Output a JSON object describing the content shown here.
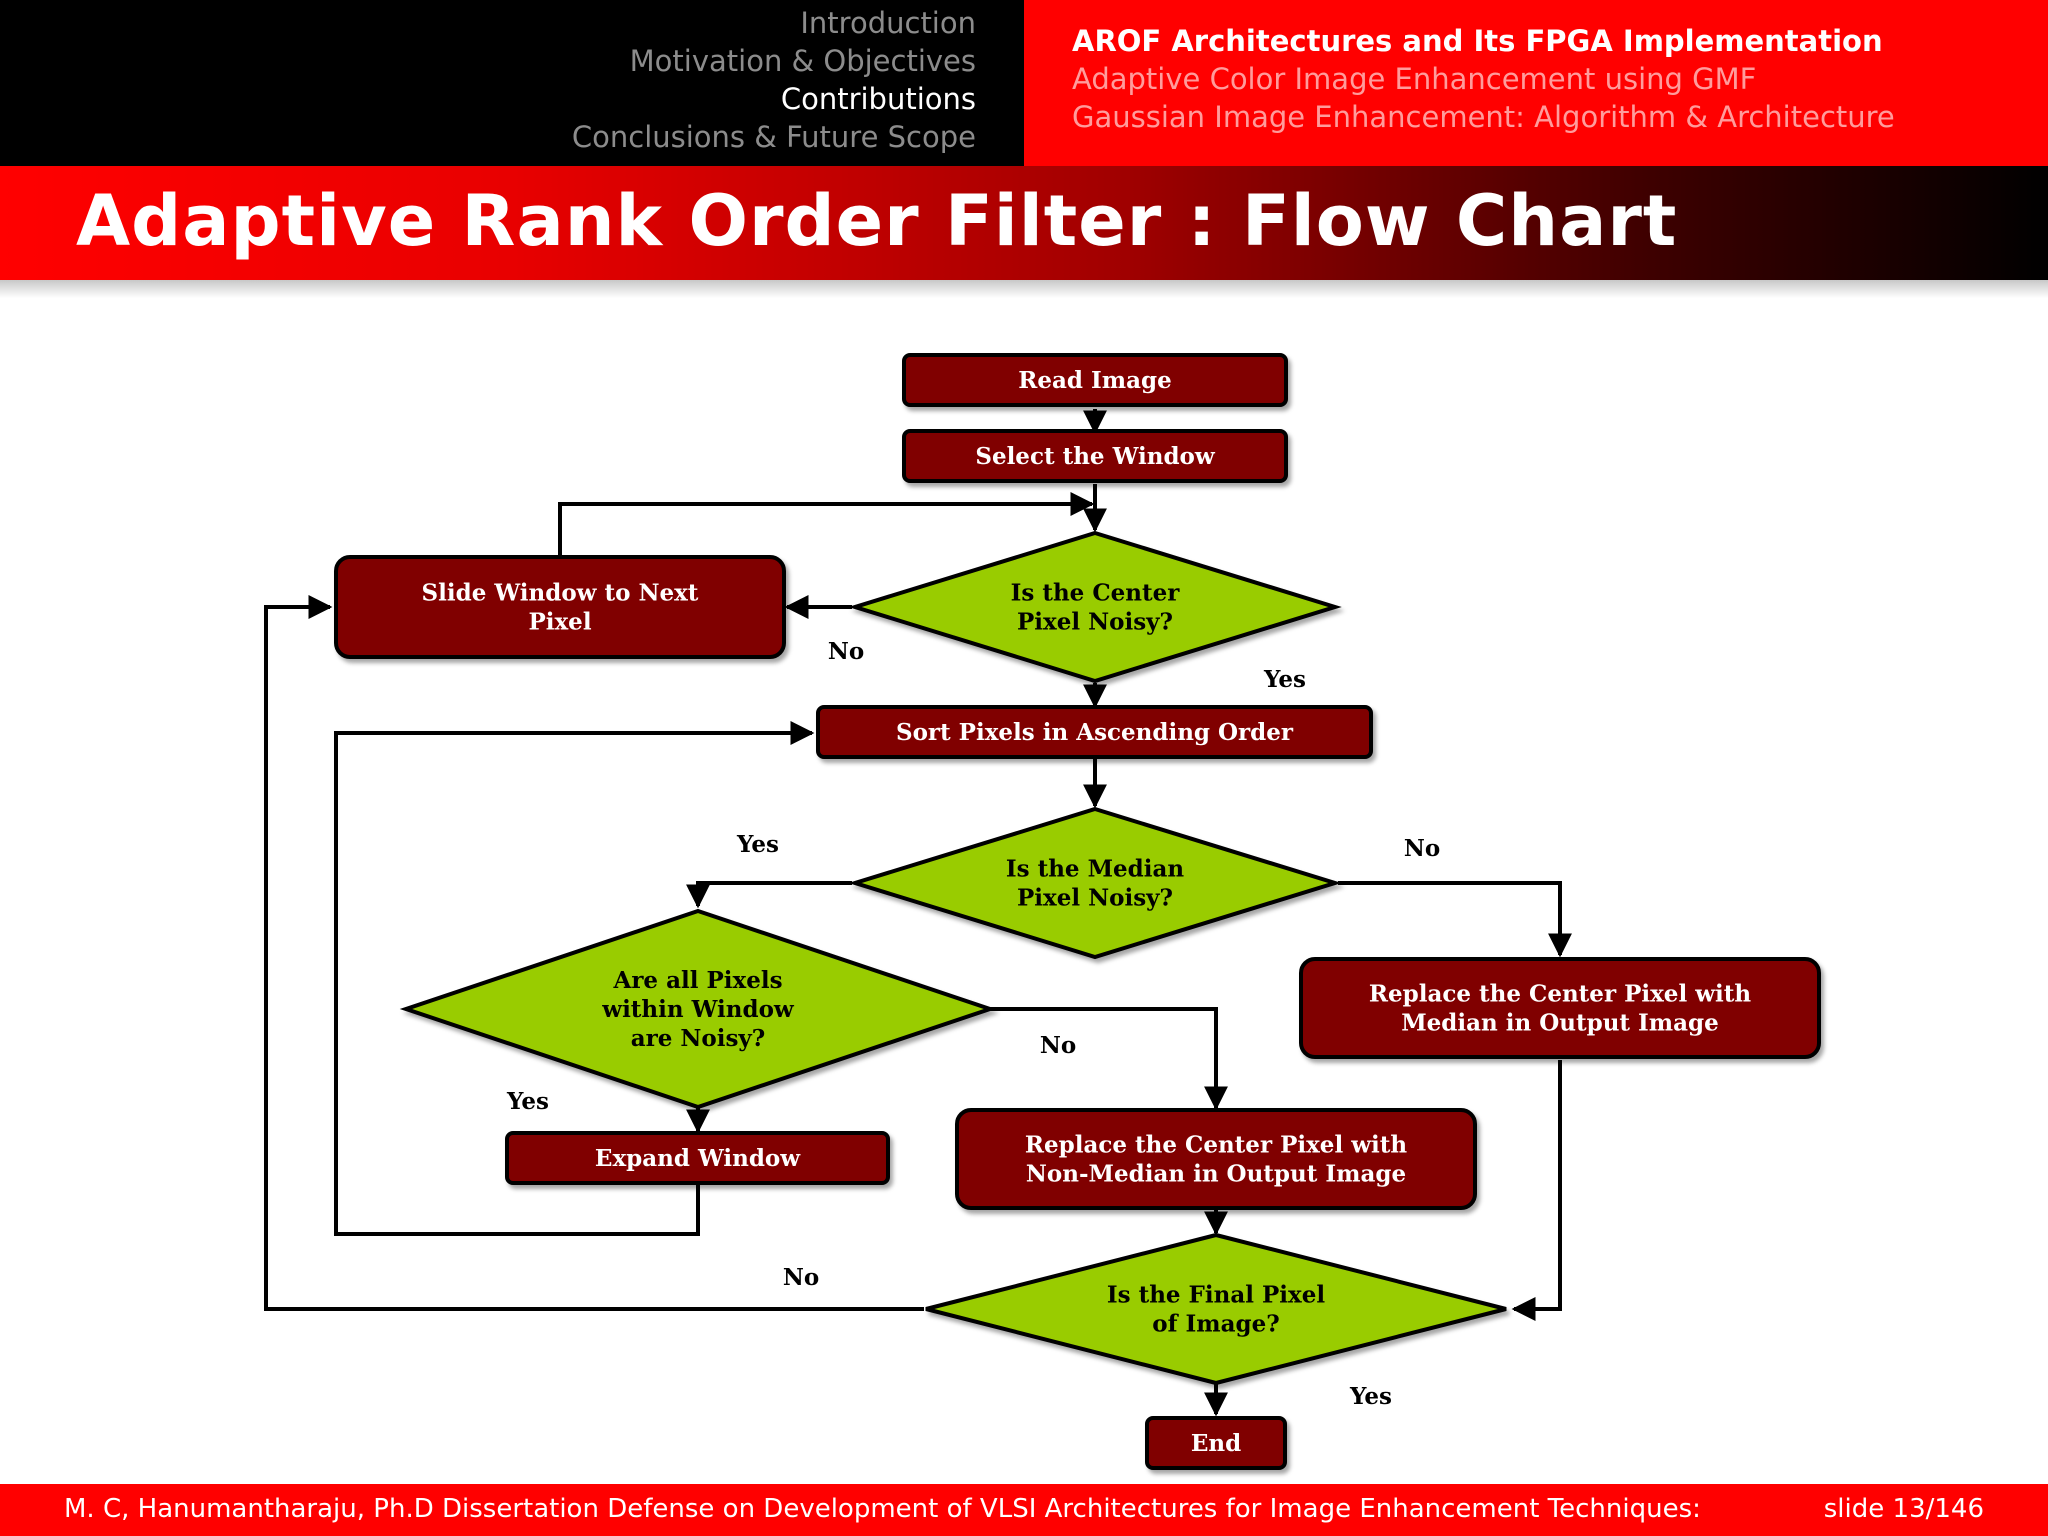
{
  "nav": {
    "sections": [
      {
        "label": "Introduction",
        "active": false
      },
      {
        "label": "Motivation & Objectives",
        "active": false
      },
      {
        "label": "Contributions",
        "active": true
      },
      {
        "label": "Conclusions & Future Scope",
        "active": false
      }
    ],
    "subsections": [
      {
        "label": "AROF Architectures and Its FPGA Implementation",
        "active": true
      },
      {
        "label": "Adaptive Color Image Enhancement using GMF",
        "active": false
      },
      {
        "label": "Gaussian Image Enhancement: Algorithm & Architecture",
        "active": false
      }
    ]
  },
  "slide": {
    "title": "Adaptive Rank Order Filter : Flow Chart"
  },
  "flowchart": {
    "nodes": {
      "read_image": [
        "Read Image"
      ],
      "select_window": [
        "Select the Window"
      ],
      "center_noisy": [
        "Is the Center",
        "Pixel Noisy?"
      ],
      "slide_window": [
        "Slide Window to Next",
        "Pixel"
      ],
      "sort_pixels": [
        "Sort Pixels in Ascending Order"
      ],
      "median_noisy": [
        "Is the Median",
        "Pixel Noisy?"
      ],
      "all_noisy": [
        "Are all Pixels",
        "within Window",
        "are Noisy?"
      ],
      "replace_median": [
        "Replace the Center Pixel with",
        "Median in Output Image"
      ],
      "expand_window": [
        "Expand Window"
      ],
      "replace_non_median": [
        "Replace the Center Pixel with",
        "Non-Median in Output Image"
      ],
      "final_pixel": [
        "Is the Final Pixel",
        "of Image?"
      ],
      "end": [
        "End"
      ]
    },
    "edge_labels": {
      "center_no": "No",
      "center_yes": "Yes",
      "median_yes": "Yes",
      "median_no": "No",
      "all_no": "No",
      "all_yes": "Yes",
      "final_no": "No",
      "final_yes": "Yes"
    },
    "colors": {
      "process_fill": "#800000",
      "decision_fill": "#99cc00",
      "outline": "#000000",
      "text_light": "#ffffff",
      "text_dark": "#000000"
    }
  },
  "footer": {
    "author_line": "M. C, Hanumantharaju, Ph.D Dissertation Defense on Development of VLSI Architectures for Image Enhancement Techniques:",
    "slide_number": "slide 13/146"
  }
}
